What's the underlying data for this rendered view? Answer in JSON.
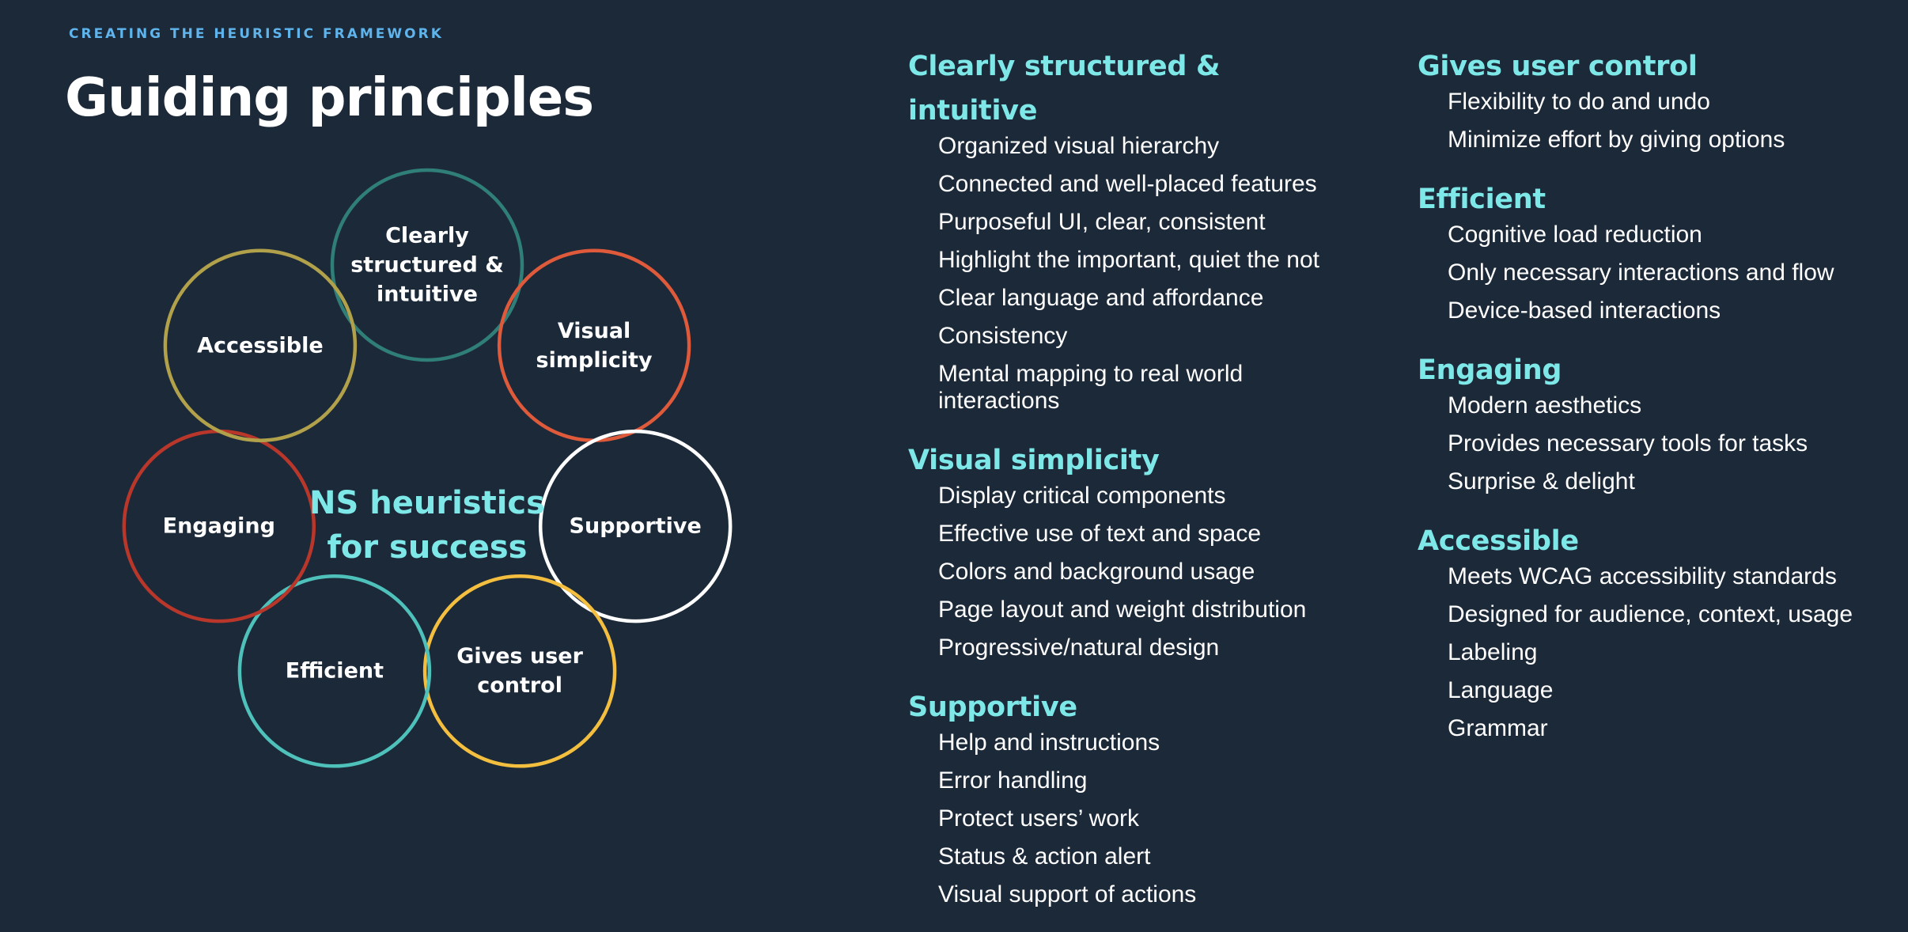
{
  "header": {
    "eyebrow": "CREATING THE HEURISTIC FRAMEWORK",
    "title": "Guiding principles"
  },
  "diagram": {
    "center_lines": [
      "NS heuristics",
      "for success"
    ],
    "nodes": [
      {
        "id": "clearly-structured",
        "lines": [
          "Clearly",
          "structured &",
          "intuitive"
        ],
        "color": "#2f7f78"
      },
      {
        "id": "visual-simplicity",
        "lines": [
          "Visual",
          "simplicity"
        ],
        "color": "#de5a3b"
      },
      {
        "id": "supportive",
        "lines": [
          "Supportive"
        ],
        "color": "#ffffff"
      },
      {
        "id": "gives-user-control",
        "lines": [
          "Gives user",
          "control"
        ],
        "color": "#f4bf3f"
      },
      {
        "id": "efficient",
        "lines": [
          "Efficient"
        ],
        "color": "#4ec1bb"
      },
      {
        "id": "engaging",
        "lines": [
          "Engaging"
        ],
        "color": "#b8372a"
      },
      {
        "id": "accessible",
        "lines": [
          "Accessible"
        ],
        "color": "#b1a14a"
      }
    ]
  },
  "columns": [
    {
      "sections": [
        {
          "heading": "Clearly structured & intuitive",
          "items": [
            "Organized visual hierarchy",
            "Connected and well-placed features",
            "Purposeful UI, clear, consistent",
            "Highlight the important, quiet the not",
            "Clear language and affordance",
            "Consistency",
            "Mental mapping to real world interactions"
          ]
        },
        {
          "heading": "Visual simplicity",
          "items": [
            "Display critical components",
            "Effective use of text and space",
            "Colors and background usage",
            "Page layout and weight distribution",
            "Progressive/natural design"
          ]
        },
        {
          "heading": "Supportive",
          "items": [
            "Help and instructions",
            "Error handling",
            "Protect users’ work",
            "Status & action alert",
            "Visual support of actions"
          ]
        }
      ]
    },
    {
      "sections": [
        {
          "heading": "Gives user control",
          "items": [
            "Flexibility to do and undo",
            "Minimize effort by giving options"
          ]
        },
        {
          "heading": "Efficient",
          "items": [
            "Cognitive load reduction",
            "Only necessary interactions and flow",
            "Device-based interactions"
          ]
        },
        {
          "heading": "Engaging",
          "items": [
            "Modern aesthetics",
            "Provides necessary tools for tasks",
            "Surprise & delight"
          ]
        },
        {
          "heading": "Accessible",
          "items": [
            "Meets WCAG accessibility standards",
            "Designed for audience, context, usage",
            "Labeling",
            "Language",
            "Grammar"
          ]
        }
      ]
    }
  ]
}
